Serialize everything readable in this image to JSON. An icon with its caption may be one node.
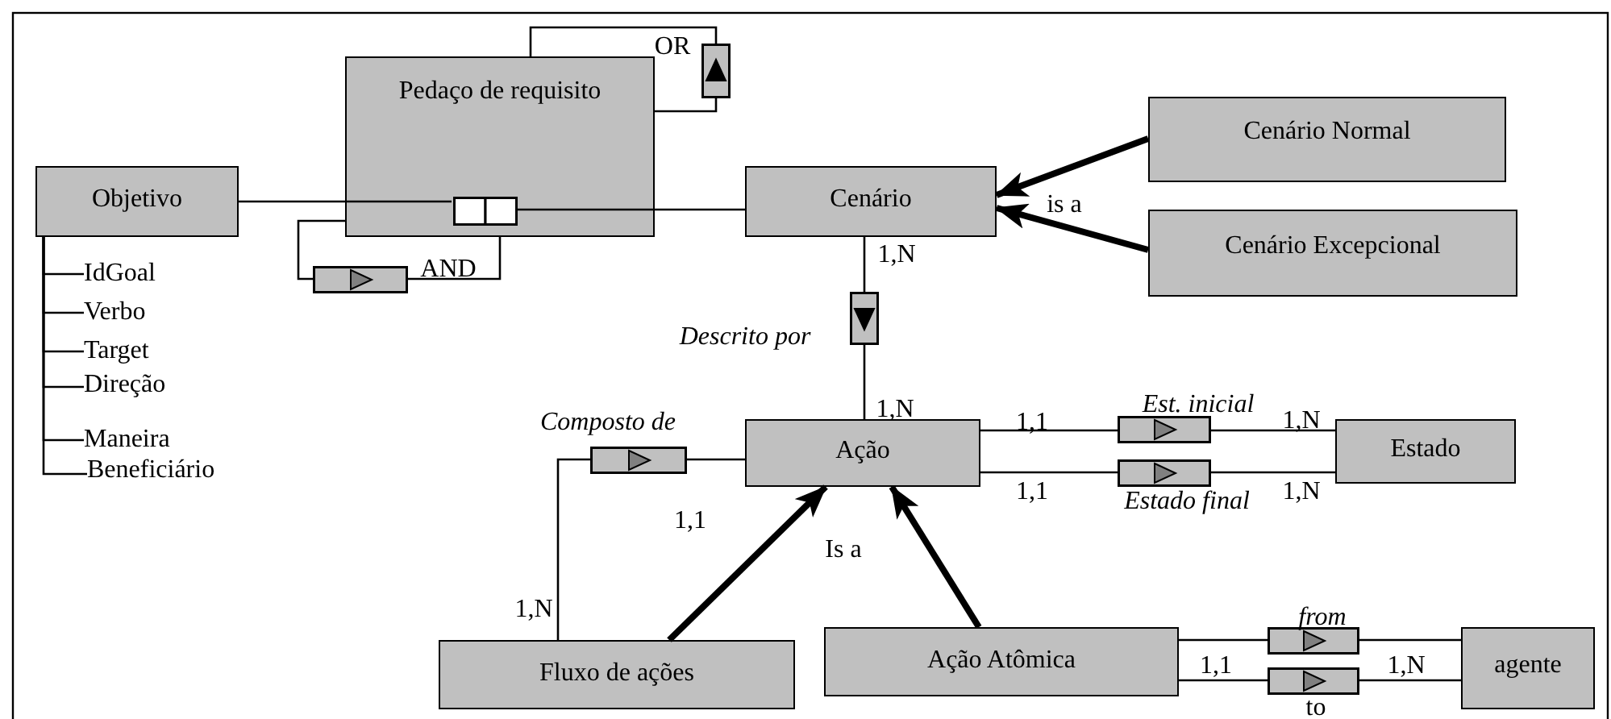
{
  "diagram": {
    "nodes": [
      {
        "text": [
          "Pedaço de requisito"
        ]
      },
      {
        "text": [],
        "shape": "box",
        "beside": [
          "OR"
        ]
      },
      {
        "text": [],
        "shape": "box",
        "in": 0
      },
      {
        "text": [
          "Objetivo"
        ]
      },
      {
        "text": [
          "Cenário Normal"
        ]
      },
      {
        "text": [
          "Cenário"
        ]
      },
      {
        "text": [
          "Cenário Excepcional"
        ]
      },
      {
        "text": [],
        "shape": "box",
        "beside": [
          "AND"
        ]
      },
      {
        "text": [
          "IdGoal"
        ]
      },
      {
        "text": [
          "Verbo"
        ]
      },
      {
        "text": [
          "Target"
        ]
      },
      {
        "text": [
          "Direção"
        ]
      },
      {
        "text": [],
        "shape": "box",
        "beside": [
          "Descrito por"
        ]
      },
      {
        "text": [
          "Maneira"
        ]
      },
      {
        "text": [
          "Beneficiário"
        ]
      },
      {
        "text": [
          "Ação"
        ]
      },
      {
        "text": [],
        "shape": "box",
        "beside": [
          "Composto de"
        ]
      },
      {
        "text": [],
        "shape": "box",
        "beside": [
          "Est. inicial"
        ]
      },
      {
        "text": [
          "Estado"
        ]
      },
      {
        "text": [],
        "shape": "box",
        "beside": [
          "Estado final"
        ]
      },
      {
        "text": [
          "Fluxo de ações"
        ]
      },
      {
        "text": [
          "Ação Atômica"
        ]
      },
      {
        "text": [],
        "shape": "box",
        "beside": [
          "from"
        ]
      },
      {
        "text": [
          "agente"
        ]
      },
      {
        "text": [],
        "shape": "box",
        "beside": [
          "to"
        ]
      }
    ],
    "edges": [
      {
        "from": 0,
        "to": 1,
        "arrow": "none"
      },
      {
        "from": 1,
        "to": 0,
        "arrow": "none"
      },
      {
        "from": 0,
        "to": 7,
        "arrow": "none"
      },
      {
        "from": 7,
        "to": 0,
        "arrow": "none"
      },
      {
        "from": 3,
        "to": 2,
        "arrow": "none"
      },
      {
        "from": 2,
        "to": 5,
        "arrow": "none"
      },
      {
        "from": 4,
        "to": 5,
        "arrow": "to",
        "style": "thick"
      },
      {
        "from": 6,
        "to": 5,
        "arrow": "to",
        "style": "thick"
      },
      {
        "from": 5,
        "to": 12,
        "arrow": "none",
        "label": "1,N"
      },
      {
        "from": 12,
        "to": 15,
        "arrow": "none",
        "label": "1,N"
      },
      {
        "from": 15,
        "to": 16,
        "arrow": "none",
        "label": "1,1"
      },
      {
        "from": 16,
        "to": 20,
        "arrow": "none",
        "label": "1,N"
      },
      {
        "from": 20,
        "to": 15,
        "arrow": "to",
        "style": "thick"
      },
      {
        "from": 21,
        "to": 15,
        "arrow": "to",
        "style": "thick"
      },
      {
        "from": 15,
        "to": 17,
        "arrow": "none",
        "label": "1,1"
      },
      {
        "from": 17,
        "to": 18,
        "arrow": "none",
        "label": "1,N"
      },
      {
        "from": 15,
        "to": 19,
        "arrow": "none",
        "label": "1,1"
      },
      {
        "from": 19,
        "to": 18,
        "arrow": "none",
        "label": "1,N"
      },
      {
        "from": 21,
        "to": 22,
        "arrow": "none"
      },
      {
        "from": 22,
        "to": 23,
        "arrow": "none"
      },
      {
        "from": 21,
        "to": 24,
        "arrow": "none",
        "label": "1,1"
      },
      {
        "from": 24,
        "to": 23,
        "arrow": "none",
        "label": "1,N"
      },
      {
        "from": 3,
        "to": 8,
        "arrow": "none"
      },
      {
        "from": 3,
        "to": 9,
        "arrow": "none"
      },
      {
        "from": 3,
        "to": 10,
        "arrow": "none"
      },
      {
        "from": 3,
        "to": 11,
        "arrow": "none"
      },
      {
        "from": 3,
        "to": 13,
        "arrow": "none"
      },
      {
        "from": 3,
        "to": 14,
        "arrow": "none"
      }
    ],
    "labels": [
      "is a",
      "Is a"
    ]
  }
}
